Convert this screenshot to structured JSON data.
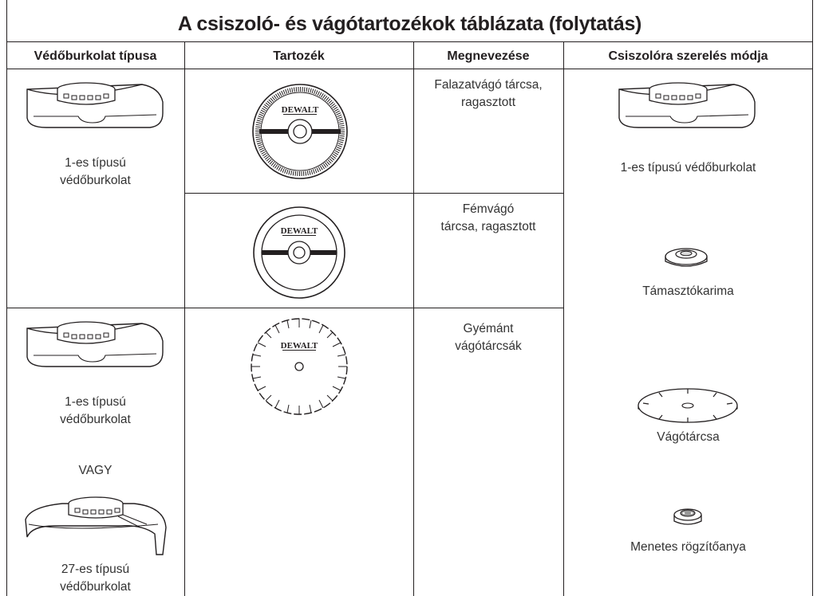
{
  "title": "A csiszoló- és vágótartozékok táblázata (folytatás)",
  "headers": [
    "Védőburkolat típusa",
    "Tartozék",
    "Megnevezése",
    "Csiszolóra szerelés módja"
  ],
  "guard": {
    "row1_label": [
      "1-es típusú",
      "védőburkolat"
    ],
    "row2_label_a": [
      "1-es típusú",
      "védőburkolat"
    ],
    "or_label": "VAGY",
    "row2_label_b": [
      "27-es típusú",
      "védőburkolat"
    ]
  },
  "accessory": {
    "brand": "DEWALT"
  },
  "names": {
    "masonry": [
      "Falazatvágó tárcsa,",
      "ragasztott"
    ],
    "metal": [
      "Fémvágó",
      "tárcsa, ragasztott"
    ],
    "diamond": [
      "Gyémánt",
      "vágótárcsák"
    ]
  },
  "mounting": {
    "guard": "1-es típusú védőburkolat",
    "flange": "Támasztókarima",
    "wheel": "Vágótárcsa",
    "nut": "Menetes rögzítőanya"
  }
}
